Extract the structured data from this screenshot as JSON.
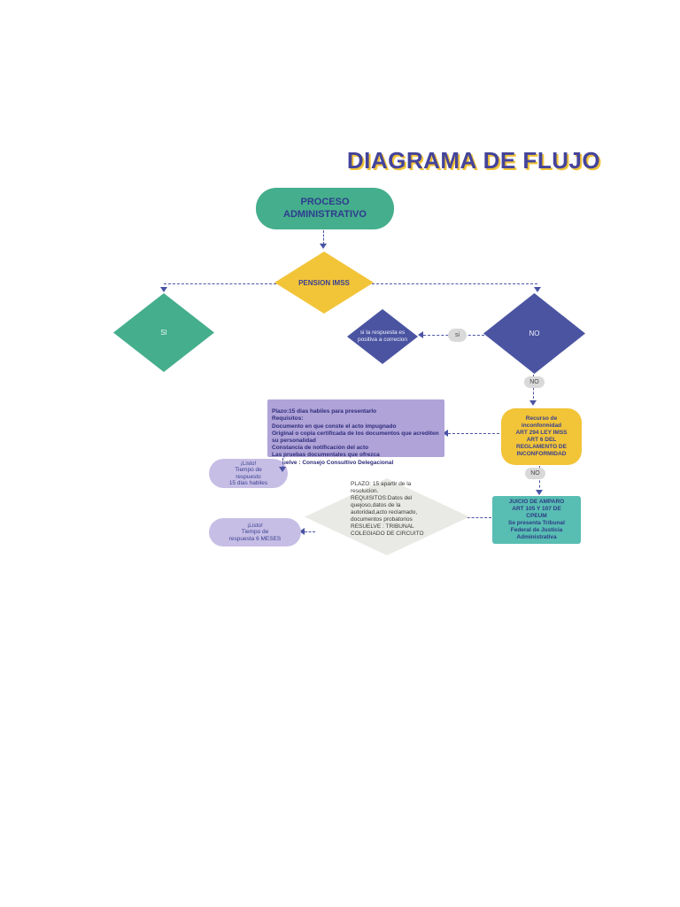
{
  "title": "DIAGRAMA DE FLUJO",
  "nodes": {
    "start": "PROCESO\nADMINISTRATIVO",
    "pension": "PENSION IMSS",
    "si_diamond": "SI",
    "respuesta_diamond": "si la respuesta es\npositiva a  correcion",
    "no_diamond": "NO",
    "si_connector": "si",
    "no_connector_1": "NO",
    "no_connector_2": "NO",
    "recurso": "Recurso de\ninconformidad\nART 294 LEY IMSS\nART 6 DEL\nREGLAMENTO DE\nINCONFORMIDAD",
    "requisitos_box": "Plazo:15 dias habiles  para presentarlo\nRequisitos:\nDocumento en que conste el acto impugnado\nOriginal o copia certificada de los documentos que acrediten\nsu personalidad\nConstancia de notificación del acto\n Las pruebas documentales que ofrezca\nResuelve :  Consejo Consultivo Delegacional",
    "listo_15_dias": "¡Listo!\nTiempo de\nrespuesto\n15 dias habiles",
    "amparo_box": "JUICIO DE AMPARO\nART 105 Y 107 DE\nCPEUM\nSe presenta Tribunal\nFederal de Justicia\nAdministrativa",
    "amparo_detalle": "PLAZO: 15 apartir de la\nresolucion.\nREQUISITOS:Datos del\nquejoso,datos de la\nautoridad,acto reclamado,\ndocumentos probatorios\nRESUELVE : TRIBUNAL\nCOLEGIADO DE CIRCUITO",
    "listo_6_meses": "¡Listo!\nTiempo de\nrespuesta  6 MESES"
  },
  "colors": {
    "green": "#45ae8c",
    "yellow": "#f2c438",
    "indigo": "#4a54a1",
    "purple_box": "#b0a3d8",
    "lavender_pill": "#c7bee6",
    "teal_box": "#58bdb3",
    "gray_diamond": "#e9e9e5",
    "connector_gray": "#d9d9d9",
    "line": "#4a54a4",
    "title_text": "#44449b"
  }
}
